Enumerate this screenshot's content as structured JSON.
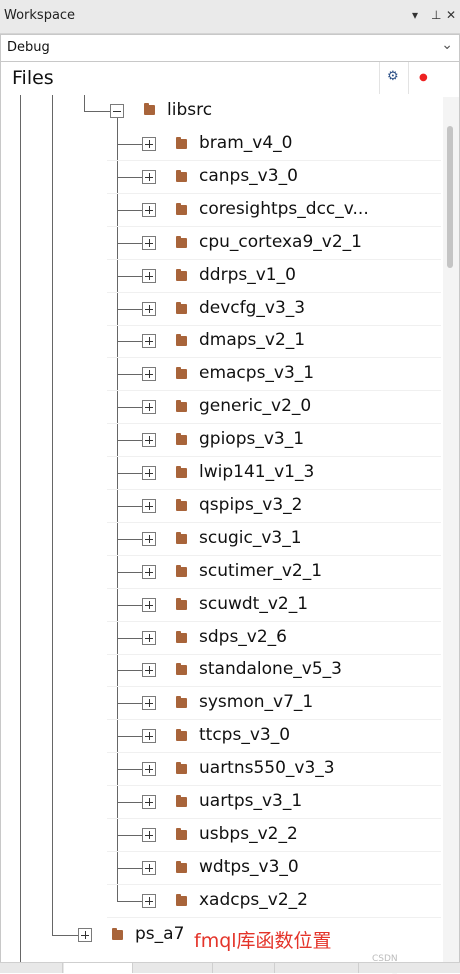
{
  "window": {
    "title": "Workspace",
    "dropdown_icon": "▾",
    "pin_icon": "📌",
    "close_icon": "✕"
  },
  "config": {
    "value": "Debug"
  },
  "files_panel": {
    "title": "Files",
    "gear_icon": "settings",
    "dot_icon": "red-dot"
  },
  "tree": {
    "libsrc_label": "libsrc",
    "libs": [
      "bram_v4_0",
      "canps_v3_0",
      "coresightps_dcc_v...",
      "cpu_cortexa9_v2_1",
      "ddrps_v1_0",
      "devcfg_v3_3",
      "dmaps_v2_1",
      "emacps_v3_1",
      "generic_v2_0",
      "gpiops_v3_1",
      "lwip141_v1_3",
      "qspips_v3_2",
      "scugic_v3_1",
      "scutimer_v2_1",
      "scuwdt_v2_1",
      "sdps_v2_6",
      "standalone_v5_3",
      "sysmon_v7_1",
      "ttcps_v3_0",
      "uartns550_v3_3",
      "uartps_v3_1",
      "usbps_v2_2",
      "wdtps_v3_0",
      "xadcps_v2_2"
    ],
    "sibling_label": "ps_a7"
  },
  "annotation": "fmql库函数位置",
  "watermark": "CSDN @qq_41656020"
}
